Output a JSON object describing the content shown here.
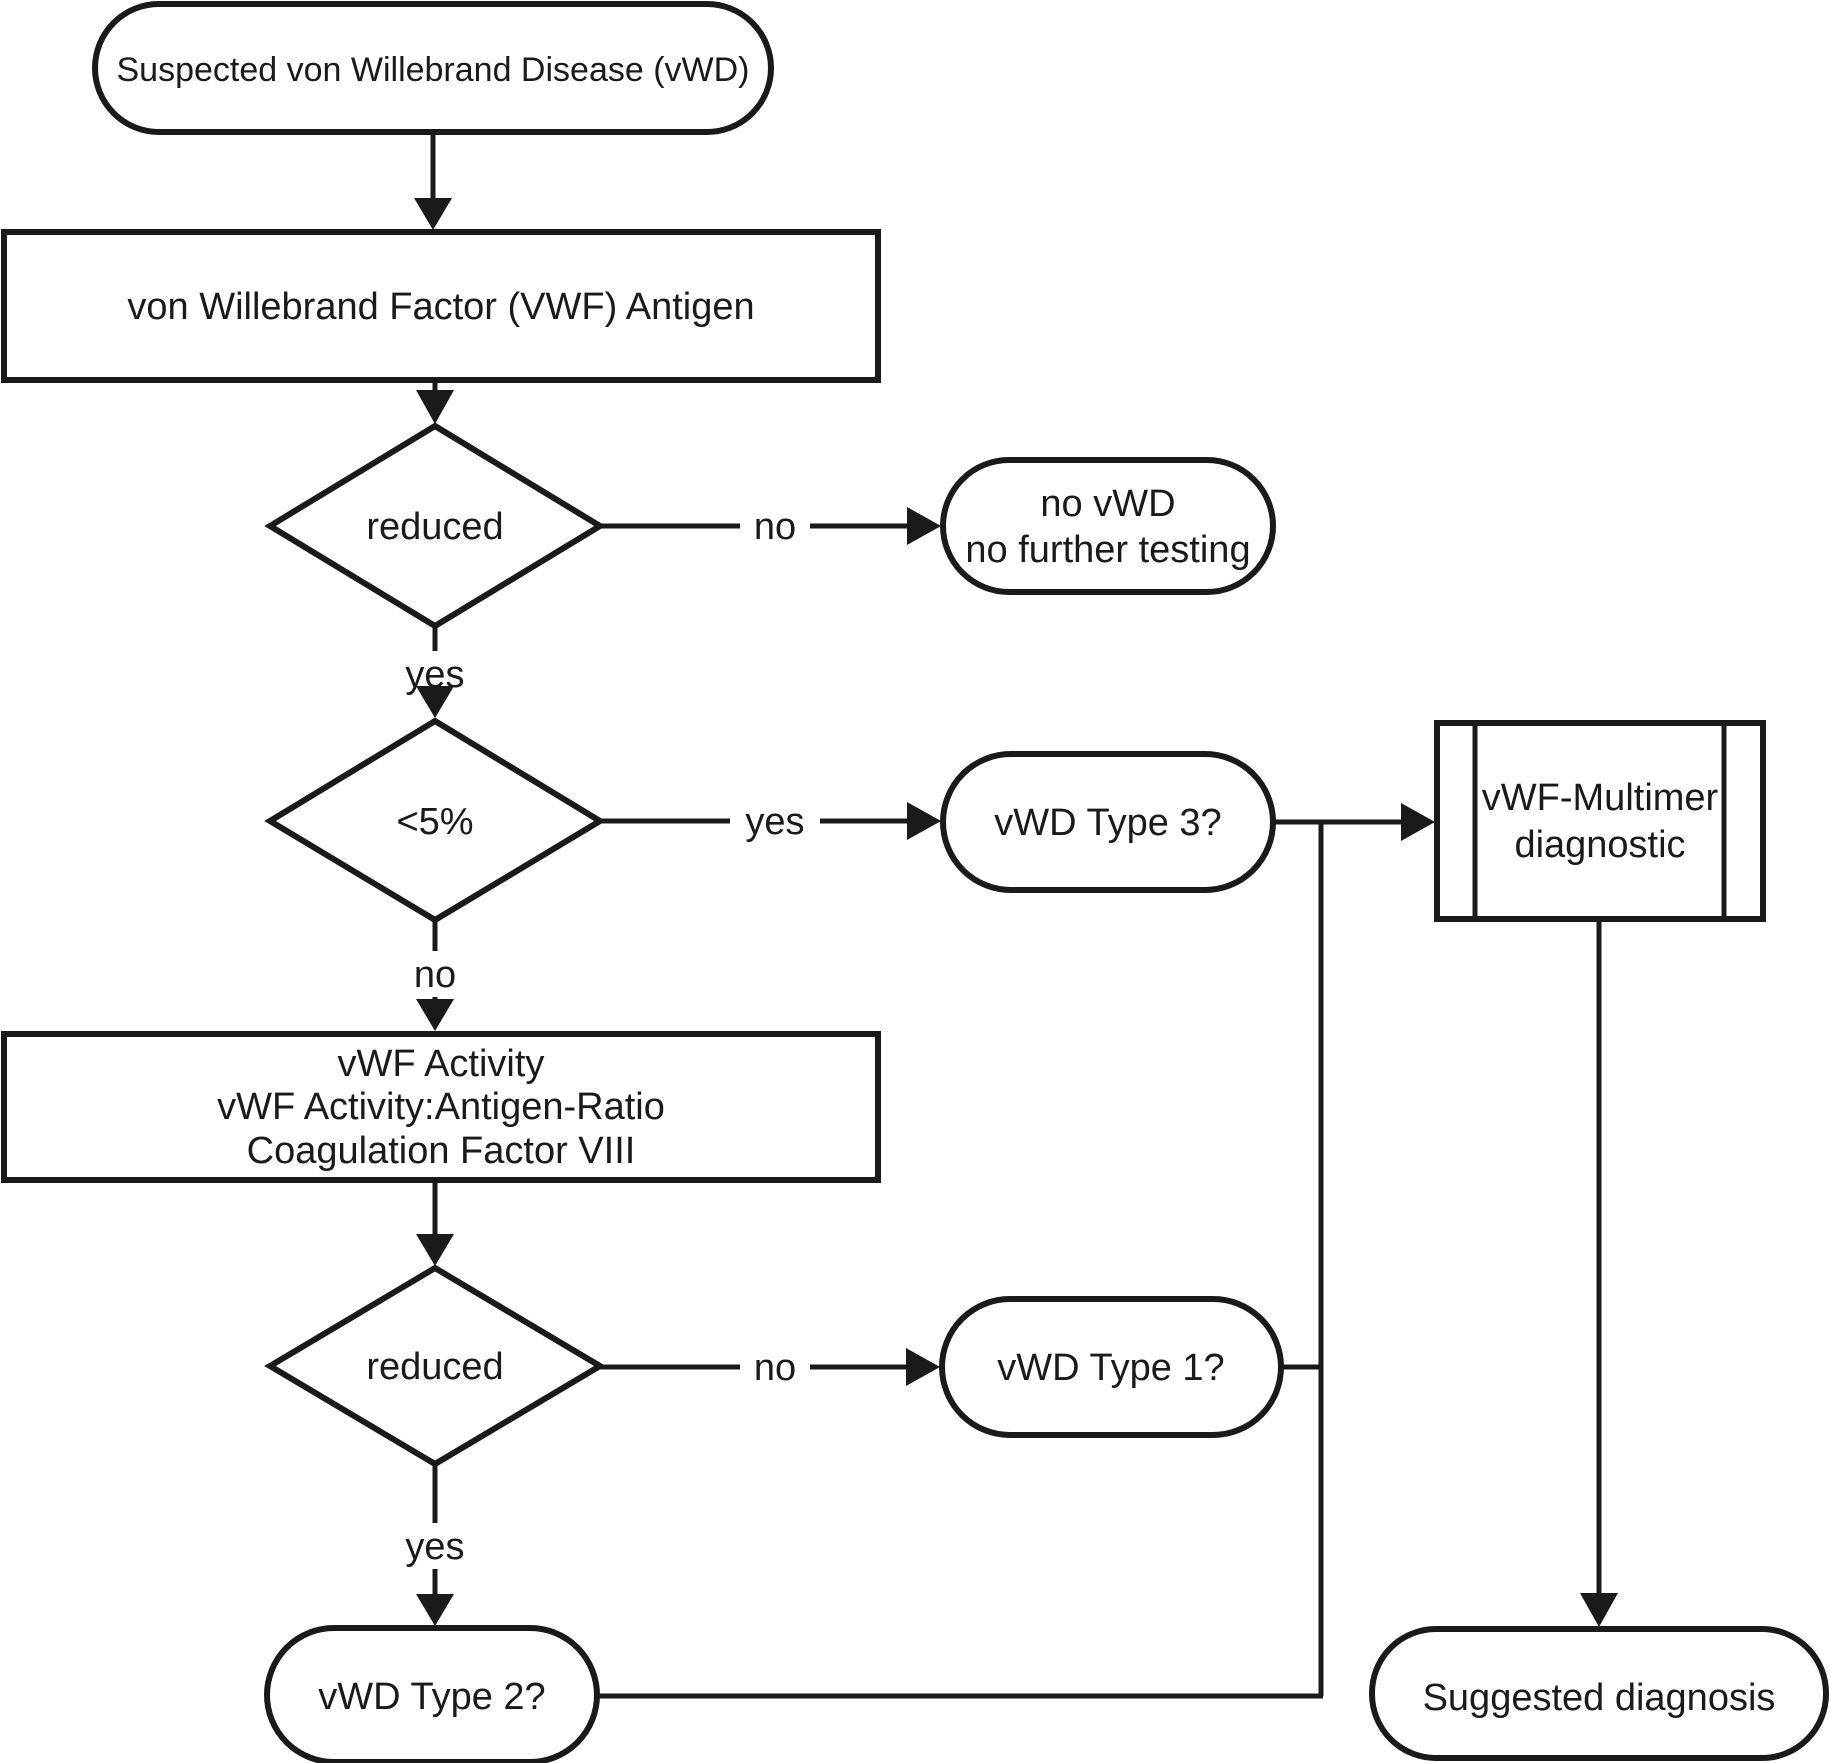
{
  "diagram": {
    "description": "Flowchart for laboratory diagnosis of suspected von Willebrand Disease",
    "colors": {
      "stroke": "#1c1919",
      "background": "#ffffff",
      "text": "#1c1919"
    },
    "nodes": {
      "start": {
        "type": "terminator",
        "label": "Suspected von Willebrand Disease (vWD)"
      },
      "vwf_antigen": {
        "type": "process",
        "label": "von Willebrand Factor (VWF) Antigen"
      },
      "decision_reduced_1": {
        "type": "decision",
        "label": "reduced"
      },
      "no_vwd": {
        "type": "terminator",
        "line1": "no vWD",
        "line2": "no further testing"
      },
      "decision_lt5": {
        "type": "decision",
        "label": "<5%"
      },
      "vwd_type3": {
        "type": "terminator",
        "label": "vWD Type 3?"
      },
      "multimer": {
        "type": "predefined-process",
        "line1": "vWF-Multimer",
        "line2": "diagnostic"
      },
      "activity_panel": {
        "type": "process",
        "line1": "vWF Activity",
        "line2": "vWF Activity:Antigen-Ratio",
        "line3": "Coagulation Factor VIII"
      },
      "decision_reduced_2": {
        "type": "decision",
        "label": "reduced"
      },
      "vwd_type1": {
        "type": "terminator",
        "label": "vWD Type 1?"
      },
      "vwd_type2": {
        "type": "terminator",
        "label": "vWD Type 2?"
      },
      "suggested_diagnosis": {
        "type": "terminator",
        "label": "Suggested diagnosis"
      }
    },
    "edges": {
      "reduced1_no": "no",
      "reduced1_yes": "yes",
      "lt5_yes": "yes",
      "lt5_no": "no",
      "reduced2_no": "no",
      "reduced2_yes": "yes"
    }
  }
}
